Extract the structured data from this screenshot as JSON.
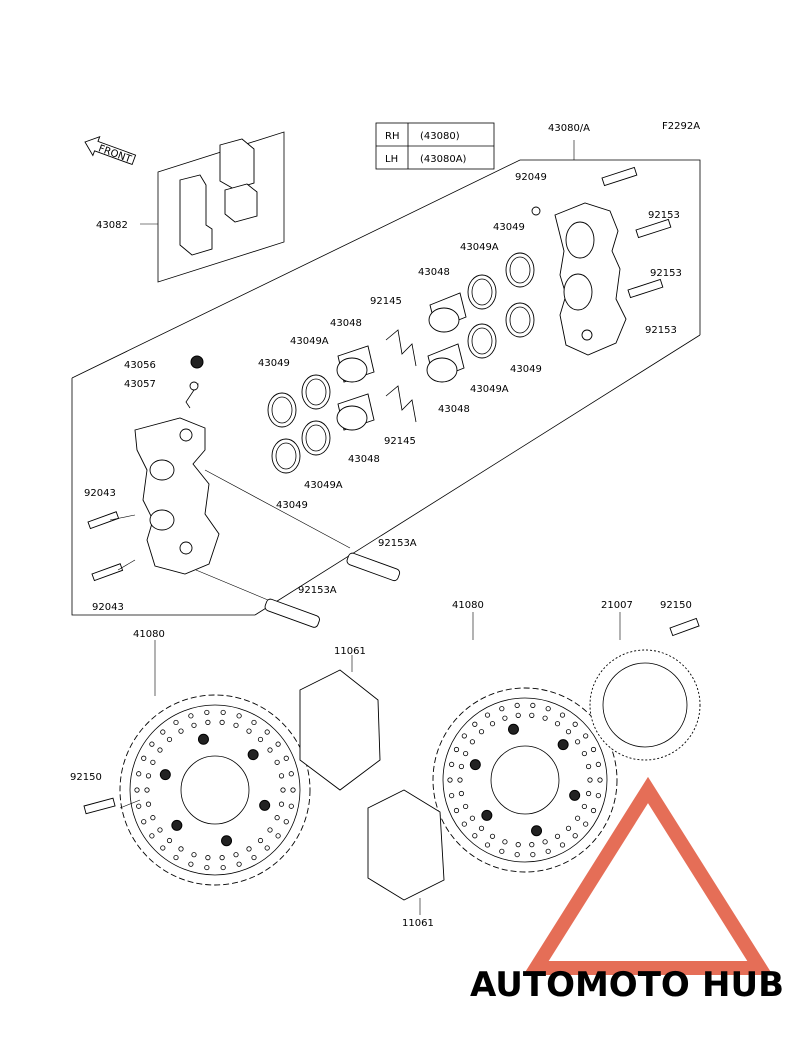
{
  "figure_code": "F2292A",
  "front_label": "FRONT",
  "table": {
    "rows": [
      {
        "side": "RH",
        "part": "(43080)"
      },
      {
        "side": "LH",
        "part": "(43080A)"
      }
    ]
  },
  "labels": {
    "caliper_assy": "43080/A",
    "pads": "43082",
    "spring_clip_top": "92049",
    "bolt_1": "92153",
    "bolt_2": "92153",
    "bolt_3": "92153",
    "seal_r1": "43049",
    "seal_r2": "43049A",
    "piston_r1": "43048",
    "seal_r3": "43049",
    "seal_r4": "43049A",
    "piston_r2": "43048",
    "spring_top": "92145",
    "piston_l1": "43048",
    "seal_l1": "43049A",
    "seal_l2": "43049",
    "cap": "43056",
    "bleeder": "43057",
    "spring_bottom": "92145",
    "piston_l2": "43048",
    "seal_l3": "43049A",
    "seal_l4": "43049",
    "pin_1": "92043",
    "pin_2": "92043",
    "bolt_a1": "92153A",
    "bolt_a2": "92153A",
    "disc_left": "41080",
    "disc_right": "41080",
    "shim_top": "11061",
    "shim_bottom": "11061",
    "rotor_ring": "21007",
    "disc_bolt_right": "92150",
    "disc_bolt_left": "92150"
  },
  "watermark": {
    "part1": "AUTOMOTO",
    "part2": "HUB",
    "color1": "#f3b23a",
    "color2": "#6b6b6b",
    "triangle_color": "#e0553a"
  }
}
